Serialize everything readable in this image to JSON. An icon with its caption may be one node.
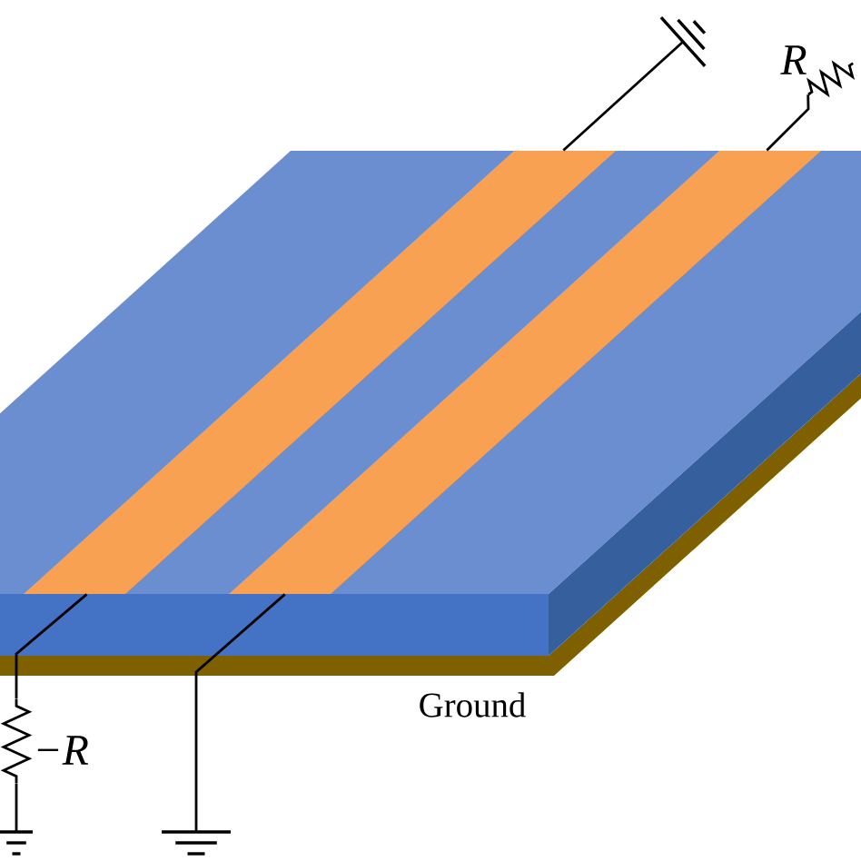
{
  "diagram": {
    "nodes": [
      {
        "text": [],
        "shape": "ground"
      },
      {
        "text": [],
        "shape": "resistor",
        "beside": [
          "R"
        ]
      },
      {
        "text": [],
        "shape": "bar"
      },
      {
        "text": [],
        "shape": "bar"
      },
      {
        "text": [],
        "shape": "resistor",
        "beside": [
          "−R"
        ]
      },
      {
        "text": [],
        "shape": "ground"
      },
      {
        "text": [],
        "shape": "ground"
      }
    ],
    "edges": [
      {
        "from": 2,
        "to": 0,
        "arrow": "none"
      },
      {
        "from": 3,
        "to": 1,
        "arrow": "none"
      },
      {
        "from": 2,
        "to": 4,
        "arrow": "none"
      },
      {
        "from": 4,
        "to": 5,
        "arrow": "none"
      },
      {
        "from": 3,
        "to": 6,
        "arrow": "none"
      }
    ],
    "labels": [
      "Ground"
    ]
  }
}
